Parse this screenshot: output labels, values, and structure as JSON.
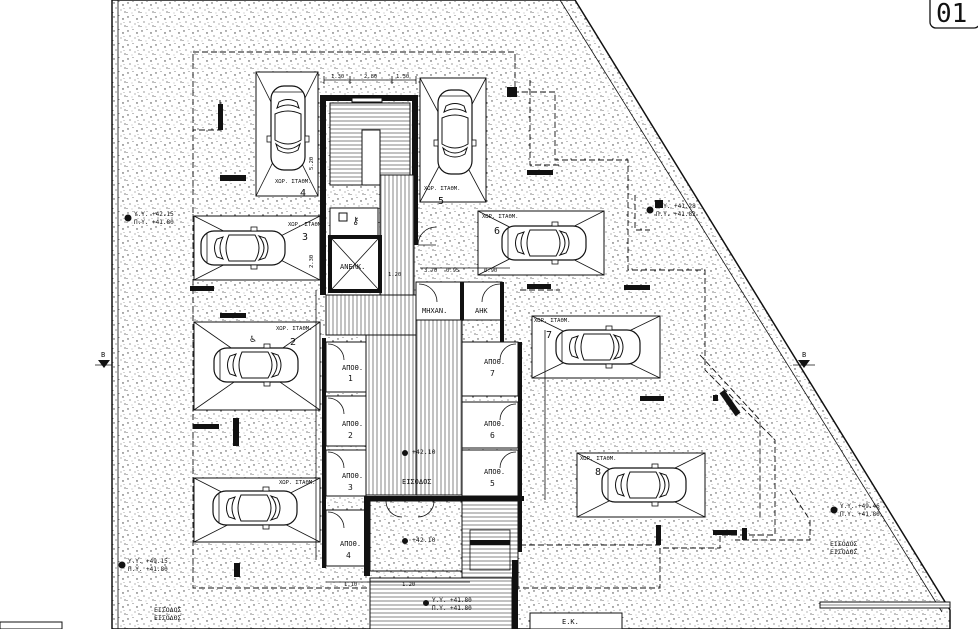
{
  "sheet": {
    "number": "01"
  },
  "parking_label": "ΧΩΡ. ΣΤΑΘΜ.",
  "parking_spaces": [
    {
      "num": "4"
    },
    {
      "num": "5"
    },
    {
      "num": "3"
    },
    {
      "num": "6"
    },
    {
      "num": "2"
    },
    {
      "num": "7"
    },
    {
      "num": "8"
    }
  ],
  "rooms": {
    "lift": "ΑΝΕΛΚ.",
    "machine": "ΜΗΧΑΝ.",
    "ahk": "ΑΗΚ",
    "storage_prefix": "ΑΠΟΘ.",
    "storages": [
      "1",
      "2",
      "3",
      "4",
      "5",
      "6",
      "7"
    ]
  },
  "entrances": {
    "label": "ΕΙΣΟΔΟΣ"
  },
  "section_marker": {
    "letter": "B"
  },
  "level_marks": {
    "left_top": [
      "Υ.Υ. +42.15",
      "Π.Υ. +41.80"
    ],
    "right_top": [
      "Υ.Υ. +41.28",
      "Π.Υ. +41.82"
    ],
    "right_bottom": [
      "Υ.Υ. +49.46",
      "Π.Υ. +41.80"
    ],
    "left_bottom": [
      "Υ.Υ. +49.15",
      "Π.Υ. +41.80"
    ],
    "corridor": "+42.10",
    "lobby": "+42.10",
    "street": [
      "Υ.Υ. +41.80",
      "Π.Υ. +41.80"
    ]
  },
  "dimensions": {
    "top": [
      "1.30",
      "2.80",
      "1.30"
    ],
    "stair_side": "5.20",
    "lift_side": "2.30",
    "row": [
      "3.70",
      "0.95",
      "0.90"
    ],
    "bottom": [
      "1.10",
      "1.20"
    ],
    "mid": "1.20"
  },
  "ek_label": "Ε.Κ."
}
